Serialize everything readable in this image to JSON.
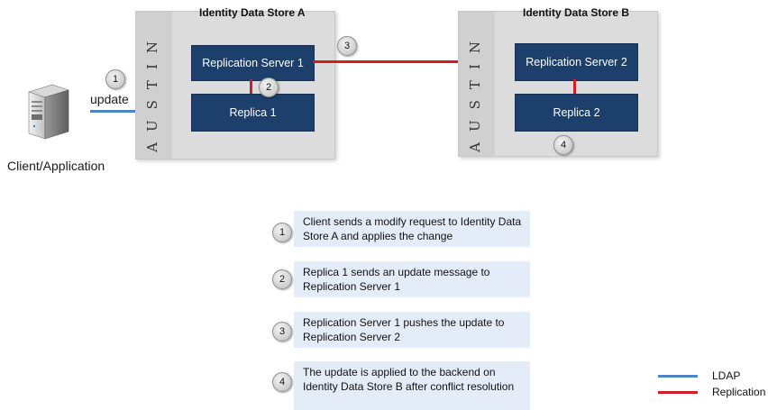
{
  "client": {
    "label": "Client/Application",
    "action": "update"
  },
  "stores": [
    {
      "title": "Identity Data Store A",
      "site": "AUSTIN",
      "server": "Replication Server 1",
      "replica": "Replica 1"
    },
    {
      "title": "Identity Data Store B",
      "site": "AUSTIN",
      "server": "Replication Server 2",
      "replica": "Replica 2"
    }
  ],
  "badges": [
    "1",
    "2",
    "3",
    "4"
  ],
  "steps": [
    {
      "num": "1",
      "text": "Client sends a modify request to Identity Data Store A and applies the change"
    },
    {
      "num": "2",
      "text": "Replica 1 sends an update message to Replication Server 1"
    },
    {
      "num": "3",
      "text": "Replication Server 1 pushes the update to Replication Server 2"
    },
    {
      "num": "4",
      "text": "The update is applied to the backend on Identity Data Store B after conflict resolution"
    }
  ],
  "legend": [
    {
      "label": "LDAP",
      "color": "#4a86c5"
    },
    {
      "label": "Replication",
      "color": "#cf1f24"
    }
  ],
  "colors": {
    "node": "#1d3f6b",
    "replication": "#cf1f24",
    "ldap": "#4a86c5",
    "step_box": "#e4edf7"
  }
}
